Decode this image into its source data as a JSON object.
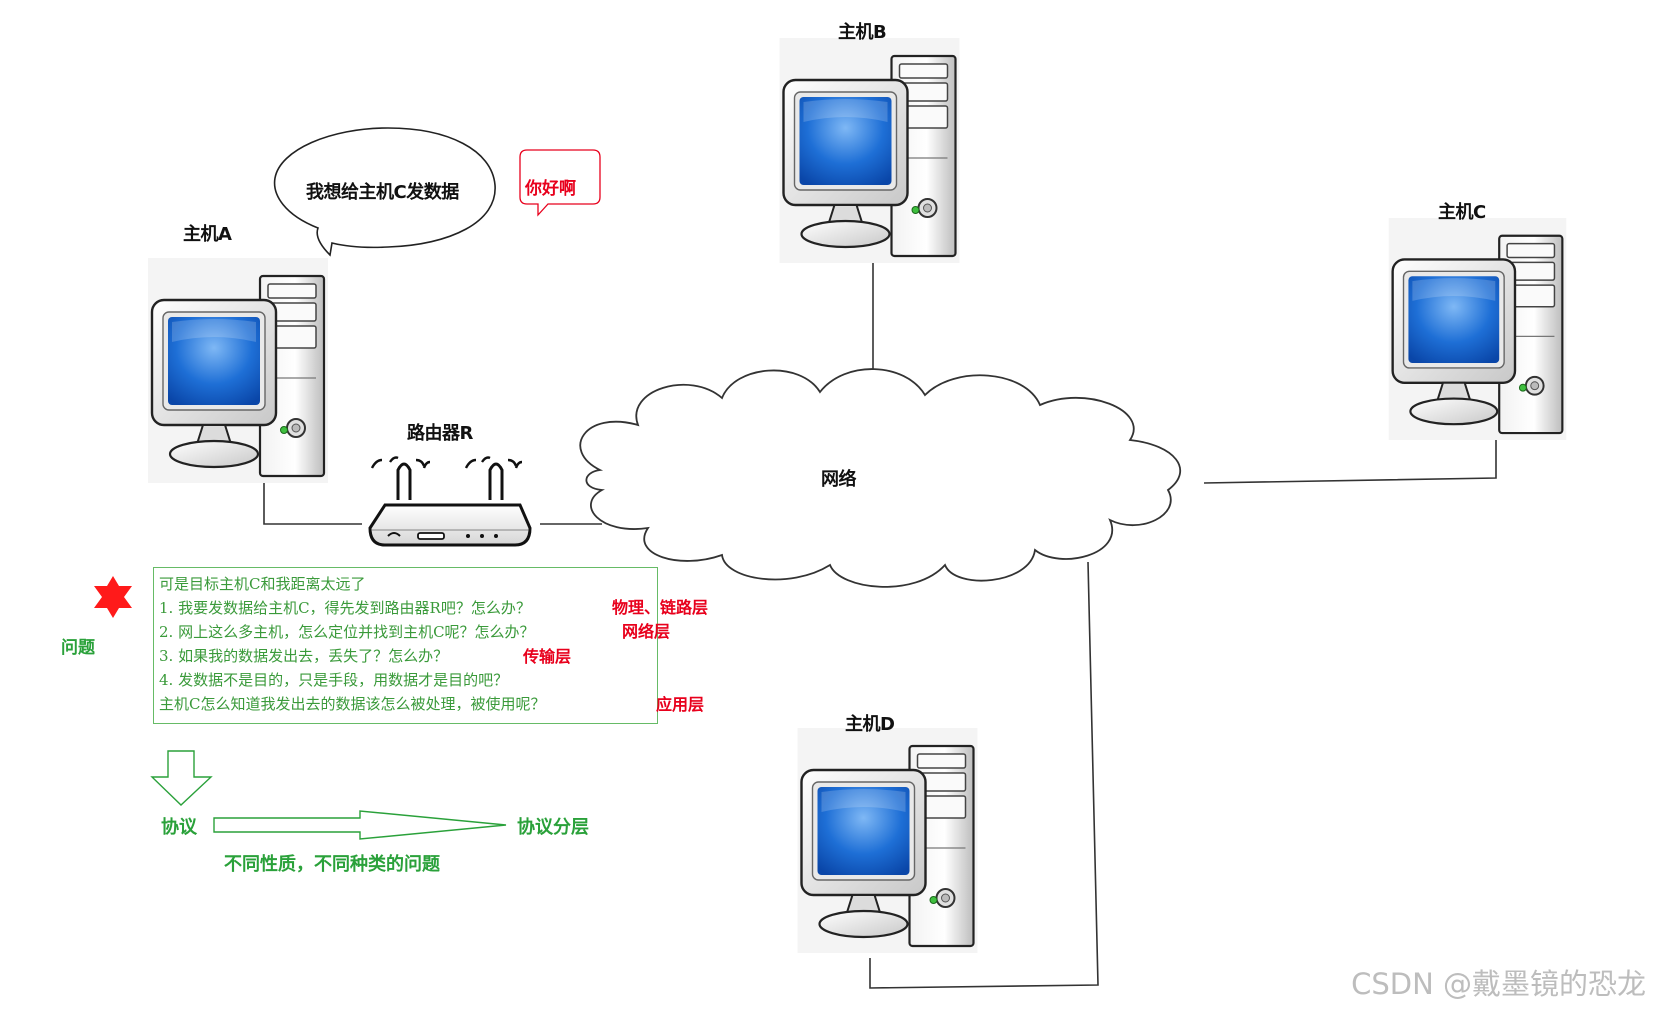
{
  "hosts": {
    "a": "主机A",
    "b": "主机B",
    "c": "主机C",
    "d": "主机D"
  },
  "router_label": "路由器R",
  "network_label": "网络",
  "speech": {
    "main": "我想给主机C发数据",
    "reply": "你好啊"
  },
  "problem": {
    "star_label": "问题",
    "lines": [
      "可是目标主机C和我距离太远了",
      "1.  我要发数据给主机C，得先发到路由器R吧？怎么办？",
      "2.  网上这么多主机，怎么定位并找到主机C呢？怎么办？",
      "3.  如果我的数据发出去，丢失了？怎么办？",
      "4.  发数据不是目的，只是手段，用数据才是目的吧？",
      "     主机C怎么知道我发出去的数据该怎么被处理，被使用呢？"
    ],
    "layer_tags": [
      "物理、链路层",
      "网络层",
      "传输层",
      "应用层"
    ]
  },
  "flow": {
    "protocol": "协议",
    "layering": "协议分层",
    "note": "不同性质，不同种类的问题"
  },
  "watermark": "CSDN @戴墨镜的恐龙",
  "colors": {
    "screen_blue": "#1e6fd6",
    "green": "#2aa13a",
    "red": "#e8001c"
  }
}
